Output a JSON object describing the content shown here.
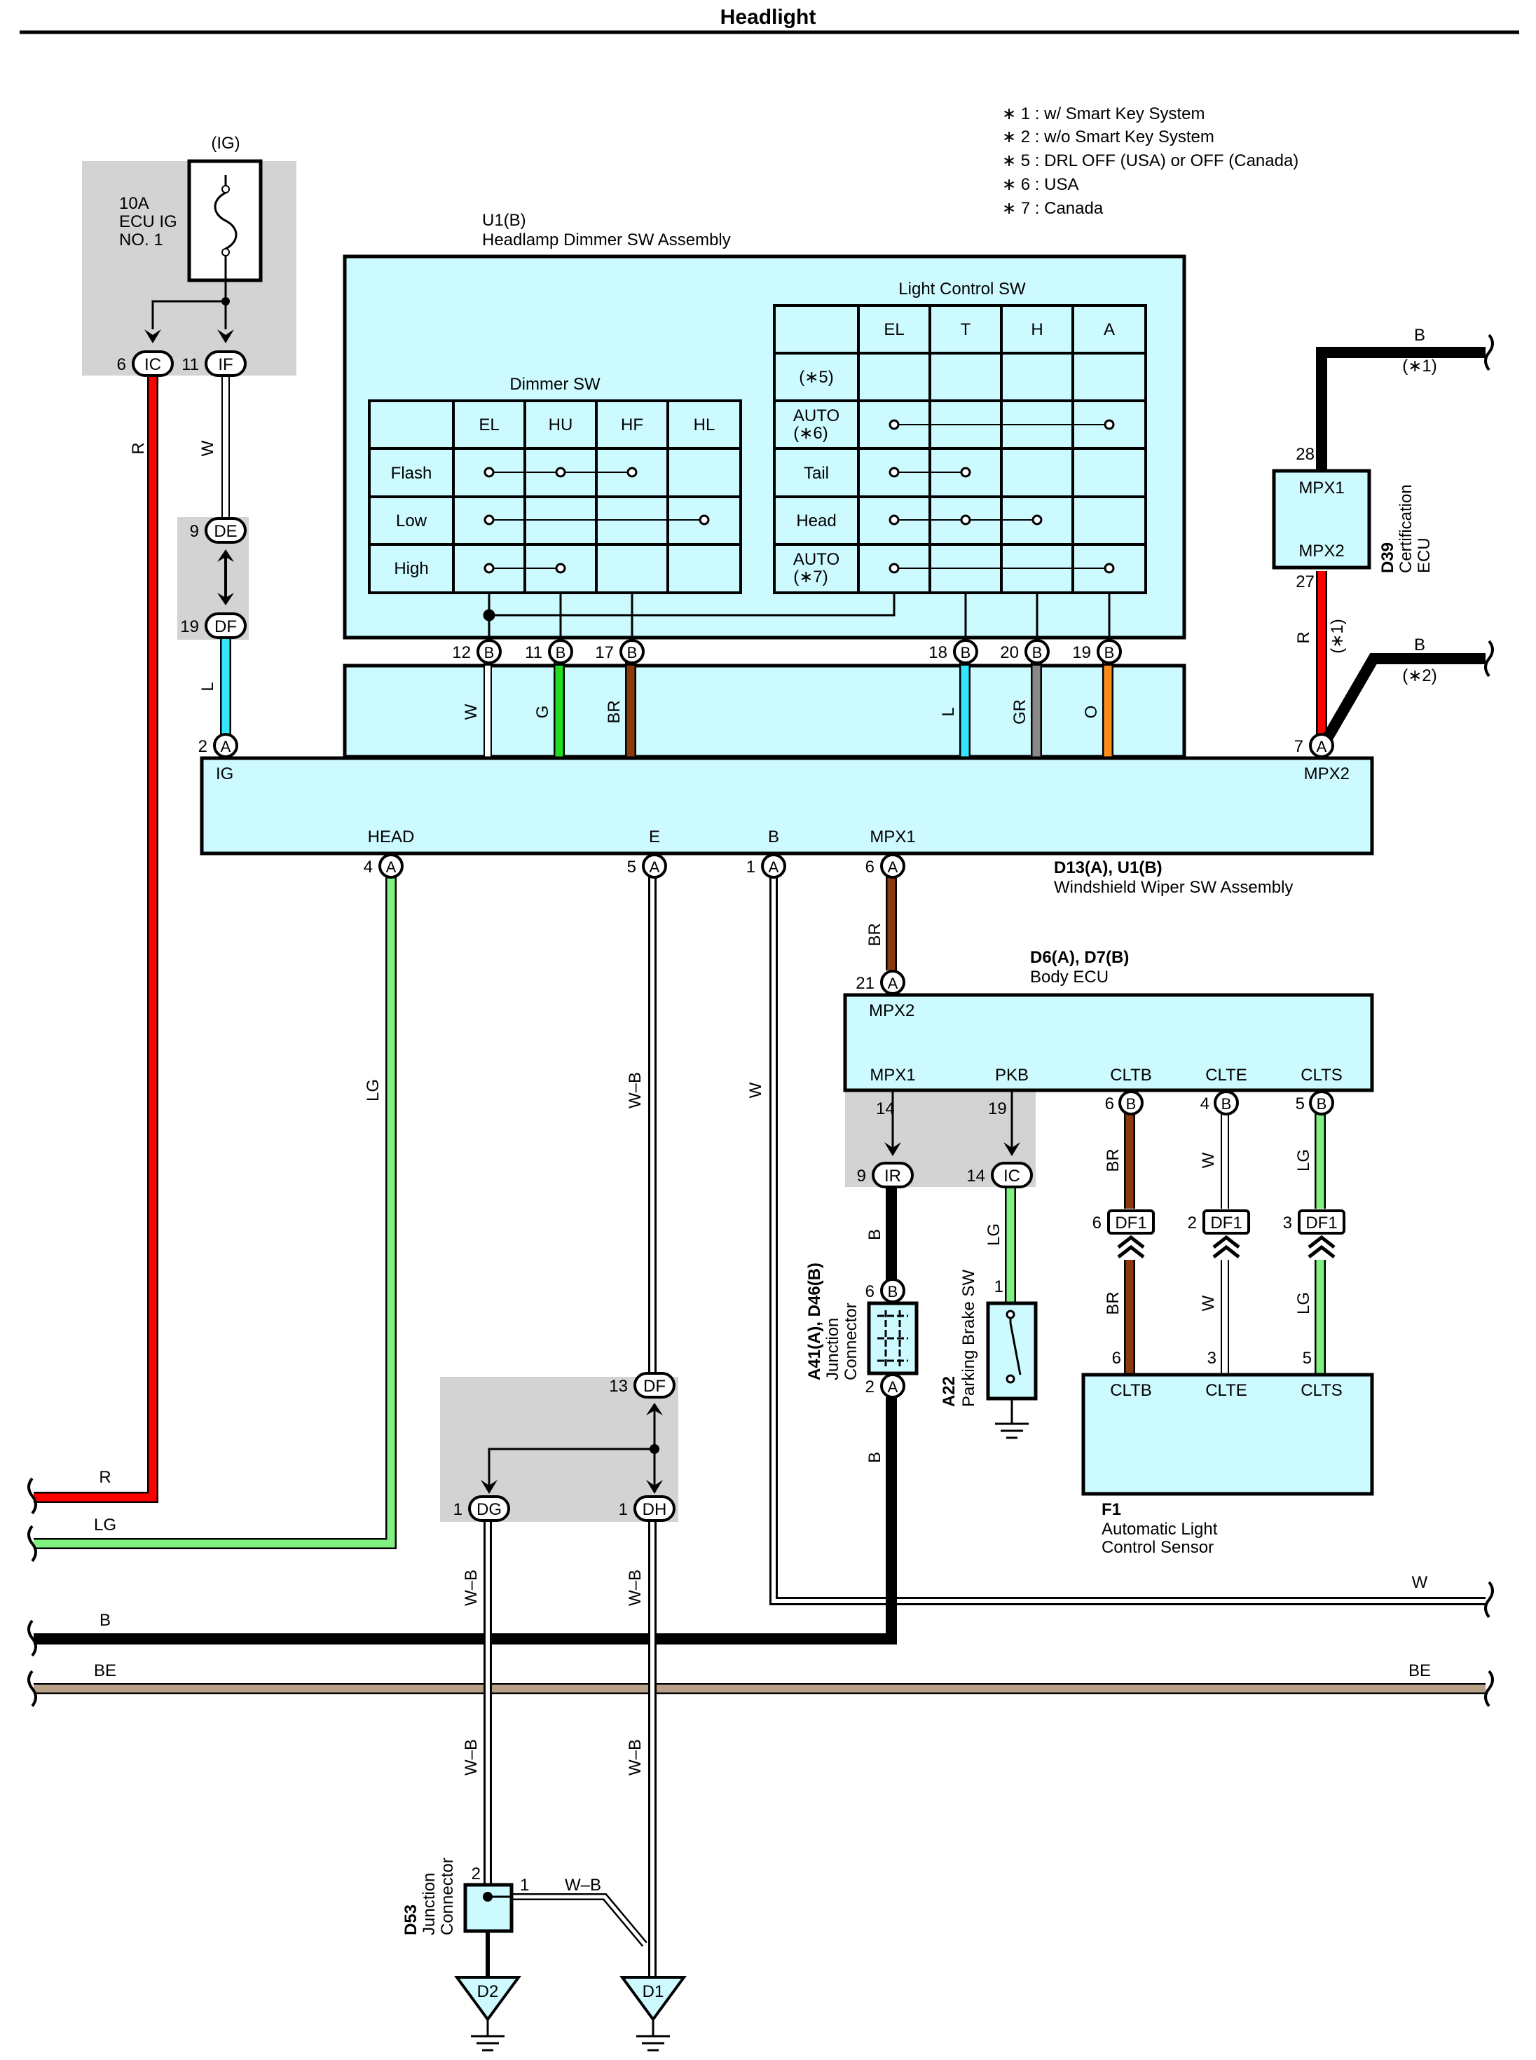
{
  "title": "Headlight",
  "notes": [
    "∗ 1 : w/ Smart Key System",
    "∗ 2 : w/o Smart Key System",
    "∗ 5 : DRL OFF (USA) or OFF (Canada)",
    "∗ 6 : USA",
    "∗ 7 : Canada"
  ],
  "fuse": {
    "ig": "(IG)",
    "line1": "10A",
    "line2": "ECU IG",
    "line3": "NO. 1",
    "pin_ic": "6",
    "code_ic": "IC",
    "pin_if": "11",
    "code_if": "IF"
  },
  "dimmer_assembly": {
    "code": "U1(B)",
    "name": "Headlamp Dimmer SW Assembly"
  },
  "dimmer_sw": {
    "title": "Dimmer SW",
    "cols": [
      "EL",
      "HU",
      "HF",
      "HL"
    ],
    "rows": [
      "Flash",
      "Low",
      "High"
    ]
  },
  "light_control_sw": {
    "title": "Light Control SW",
    "cols": [
      "EL",
      "T",
      "H",
      "A"
    ],
    "rows": [
      "(∗5)",
      "AUTO",
      "(∗6)",
      "Tail",
      "Head",
      "AUTO",
      "(∗7)"
    ]
  },
  "dimmer_pins": [
    {
      "pin": "12",
      "conn": "B",
      "wire": "W"
    },
    {
      "pin": "11",
      "conn": "B",
      "wire": "G"
    },
    {
      "pin": "17",
      "conn": "B",
      "wire": "BR"
    },
    {
      "pin": "18",
      "conn": "B",
      "wire": "L"
    },
    {
      "pin": "20",
      "conn": "B",
      "wire": "GR"
    },
    {
      "pin": "19",
      "conn": "B",
      "wire": "O"
    }
  ],
  "wiper_assembly": {
    "code": "D13(A), U1(B)",
    "name": "Windshield Wiper SW Assembly",
    "ig_label": "IG",
    "ig_pin": "2",
    "ig_conn": "A",
    "mpx2_label": "MPX2",
    "mpx2_pin": "7",
    "mpx2_conn": "A",
    "bottom": [
      {
        "label": "HEAD",
        "pin": "4",
        "conn": "A"
      },
      {
        "label": "E",
        "pin": "5",
        "conn": "A"
      },
      {
        "label": "B",
        "pin": "1",
        "conn": "A"
      },
      {
        "label": "MPX1",
        "pin": "6",
        "conn": "A"
      }
    ]
  },
  "cert_ecu": {
    "code": "D39",
    "name1": "Certification",
    "name2": "ECU",
    "mpx1": "MPX1",
    "mpx2": "MPX2",
    "pin_top": "28",
    "pin_bottom": "27"
  },
  "body_ecu": {
    "code": "D6(A), D7(B)",
    "name": "Body ECU",
    "mpx2_pin": "21",
    "mpx2_conn": "A",
    "mpx2": "MPX2",
    "terminals": [
      {
        "label": "MPX1",
        "pin": "14"
      },
      {
        "label": "PKB",
        "pin": "19"
      },
      {
        "label": "CLTB",
        "pin": "6",
        "conn": "B"
      },
      {
        "label": "CLTE",
        "pin": "4",
        "conn": "B"
      },
      {
        "label": "CLTS",
        "pin": "5",
        "conn": "B"
      }
    ]
  },
  "junction_ir": {
    "pin": "9",
    "code": "IR"
  },
  "junction_ic": {
    "pin": "14",
    "code": "IC"
  },
  "de": {
    "pin": "9",
    "code": "DE"
  },
  "df": {
    "pin": "19",
    "code": "DF"
  },
  "df1": [
    {
      "pin": "6",
      "code": "DF1",
      "wire": "BR",
      "sensor_pin": "6"
    },
    {
      "pin": "2",
      "code": "DF1",
      "wire": "W",
      "sensor_pin": "3"
    },
    {
      "pin": "3",
      "code": "DF1",
      "wire": "LG",
      "sensor_pin": "5"
    }
  ],
  "jc_a41": {
    "code": "A41(A), D46(B)",
    "name1": "Junction",
    "name2": "Connector",
    "pin_top": "6",
    "conn_top": "B",
    "pin_bottom": "2",
    "conn_bottom": "A"
  },
  "parking_brake": {
    "code": "A22",
    "name": "Parking Brake SW",
    "pin": "1"
  },
  "sensor": {
    "code": "F1",
    "name1": "Automatic Light",
    "name2": "Control Sensor",
    "terms": [
      "CLTB",
      "CLTE",
      "CLTS"
    ]
  },
  "ground_junction": {
    "pin_df": "13",
    "code_df": "DF",
    "pin_dg": "1",
    "code_dg": "DG",
    "pin_dh": "1",
    "code_dh": "DH"
  },
  "d53": {
    "code": "D53",
    "name1": "Junction",
    "name2": "Connector",
    "pin2": "2",
    "pin1": "1"
  },
  "grounds": [
    "D2",
    "D1"
  ],
  "wire_labels": {
    "r": "R",
    "w": "W",
    "l": "L",
    "lg": "LG",
    "wb": "W–B",
    "b": "B",
    "br": "BR",
    "be": "BE",
    "b_note1": "(∗1)",
    "b_note2": "(∗2)",
    "r_note1": "(∗1)"
  },
  "colors": {
    "red": "#ff0000",
    "lightblue": "#33e5ff",
    "green": "#22dd22",
    "brown": "#8b3a10",
    "gray": "#888888",
    "orange": "#ff8c1a",
    "lightgreen": "#80f080",
    "tan": "#b8a088",
    "box": "#cdfaff"
  }
}
